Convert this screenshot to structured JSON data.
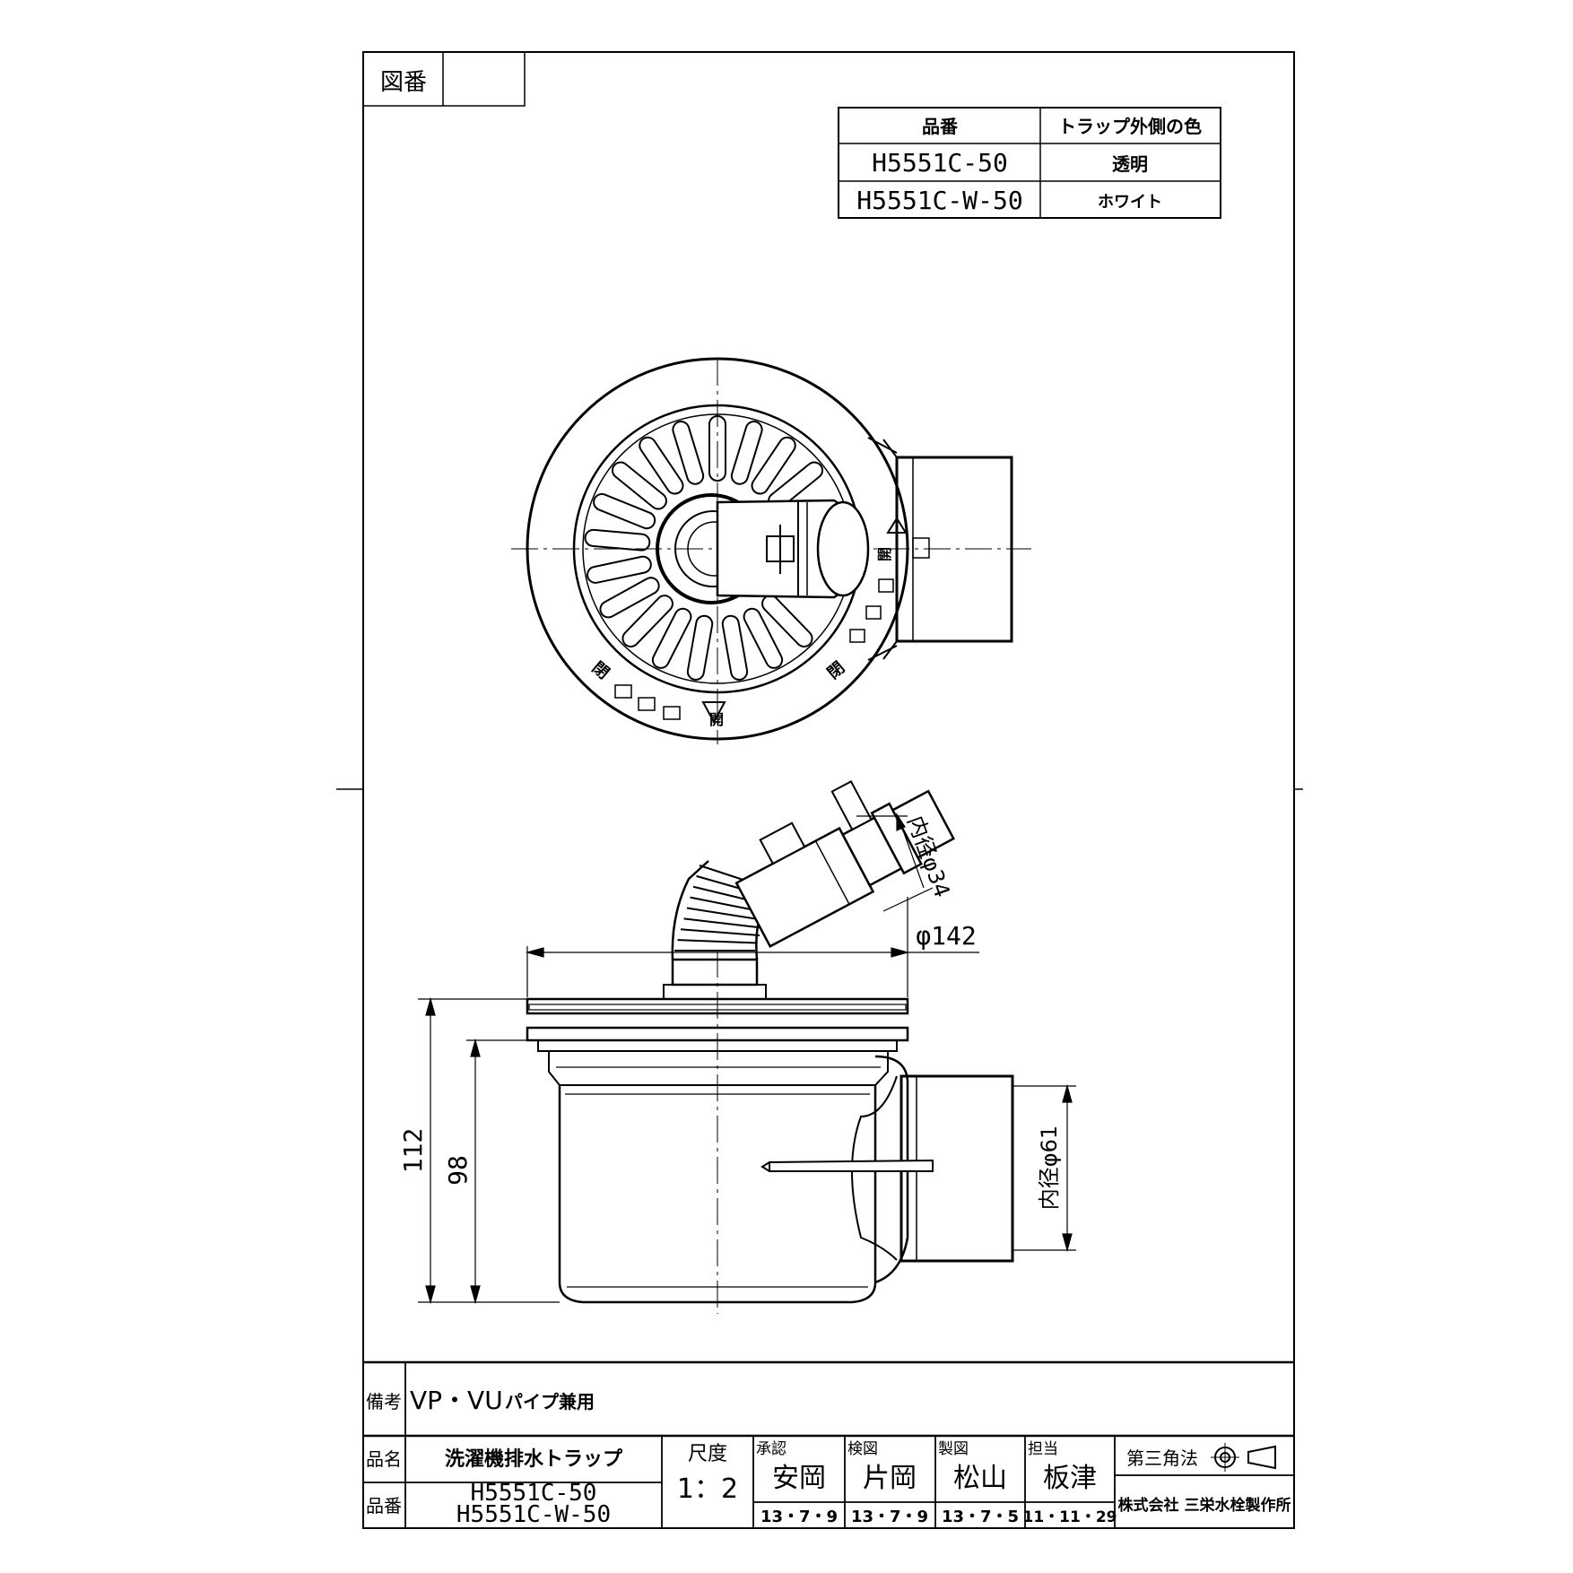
{
  "title_block": {
    "drawing_no_label": "図番",
    "drawing_no_value": "",
    "remarks_label": "備考",
    "remarks_text_main": "VP・VU",
    "remarks_text_sub": "パイプ兼用",
    "name_label": "品名",
    "name_value": "洗濯機排水トラップ",
    "part_label": "品番",
    "part_value_1": "H5551C-50",
    "part_value_2": "H5551C-W-50",
    "scale_label": "尺度",
    "scale_value": "1：2",
    "approvals": [
      {
        "role": "承認",
        "name": "安岡",
        "date": "13・7・9"
      },
      {
        "role": "検図",
        "name": "片岡",
        "date": "13・7・9"
      },
      {
        "role": "製図",
        "name": "松山",
        "date": "13・7・5"
      },
      {
        "role": "担当",
        "name": "板津",
        "date": "11・11・29"
      }
    ],
    "projection_label": "第三角法",
    "company": "株式会社 三栄水栓製作所"
  },
  "variant_table": {
    "headers": [
      "品番",
      "トラップ外側の色"
    ],
    "rows": [
      [
        "H5551C-50",
        "透明"
      ],
      [
        "H5551C-W-50",
        "ホワイト"
      ]
    ]
  },
  "top_view": {
    "mark_close_1": "閉",
    "mark_close_2": "閉",
    "mark_open_1": "開",
    "mark_open_2": "開"
  },
  "dimensions": {
    "inner_dia_34": "内径φ34",
    "dia_142": "φ142",
    "h_112": "112",
    "h_98": "98",
    "inner_dia_61": "内径φ61"
  },
  "colors": {
    "line": "#000000",
    "background": "#ffffff"
  }
}
